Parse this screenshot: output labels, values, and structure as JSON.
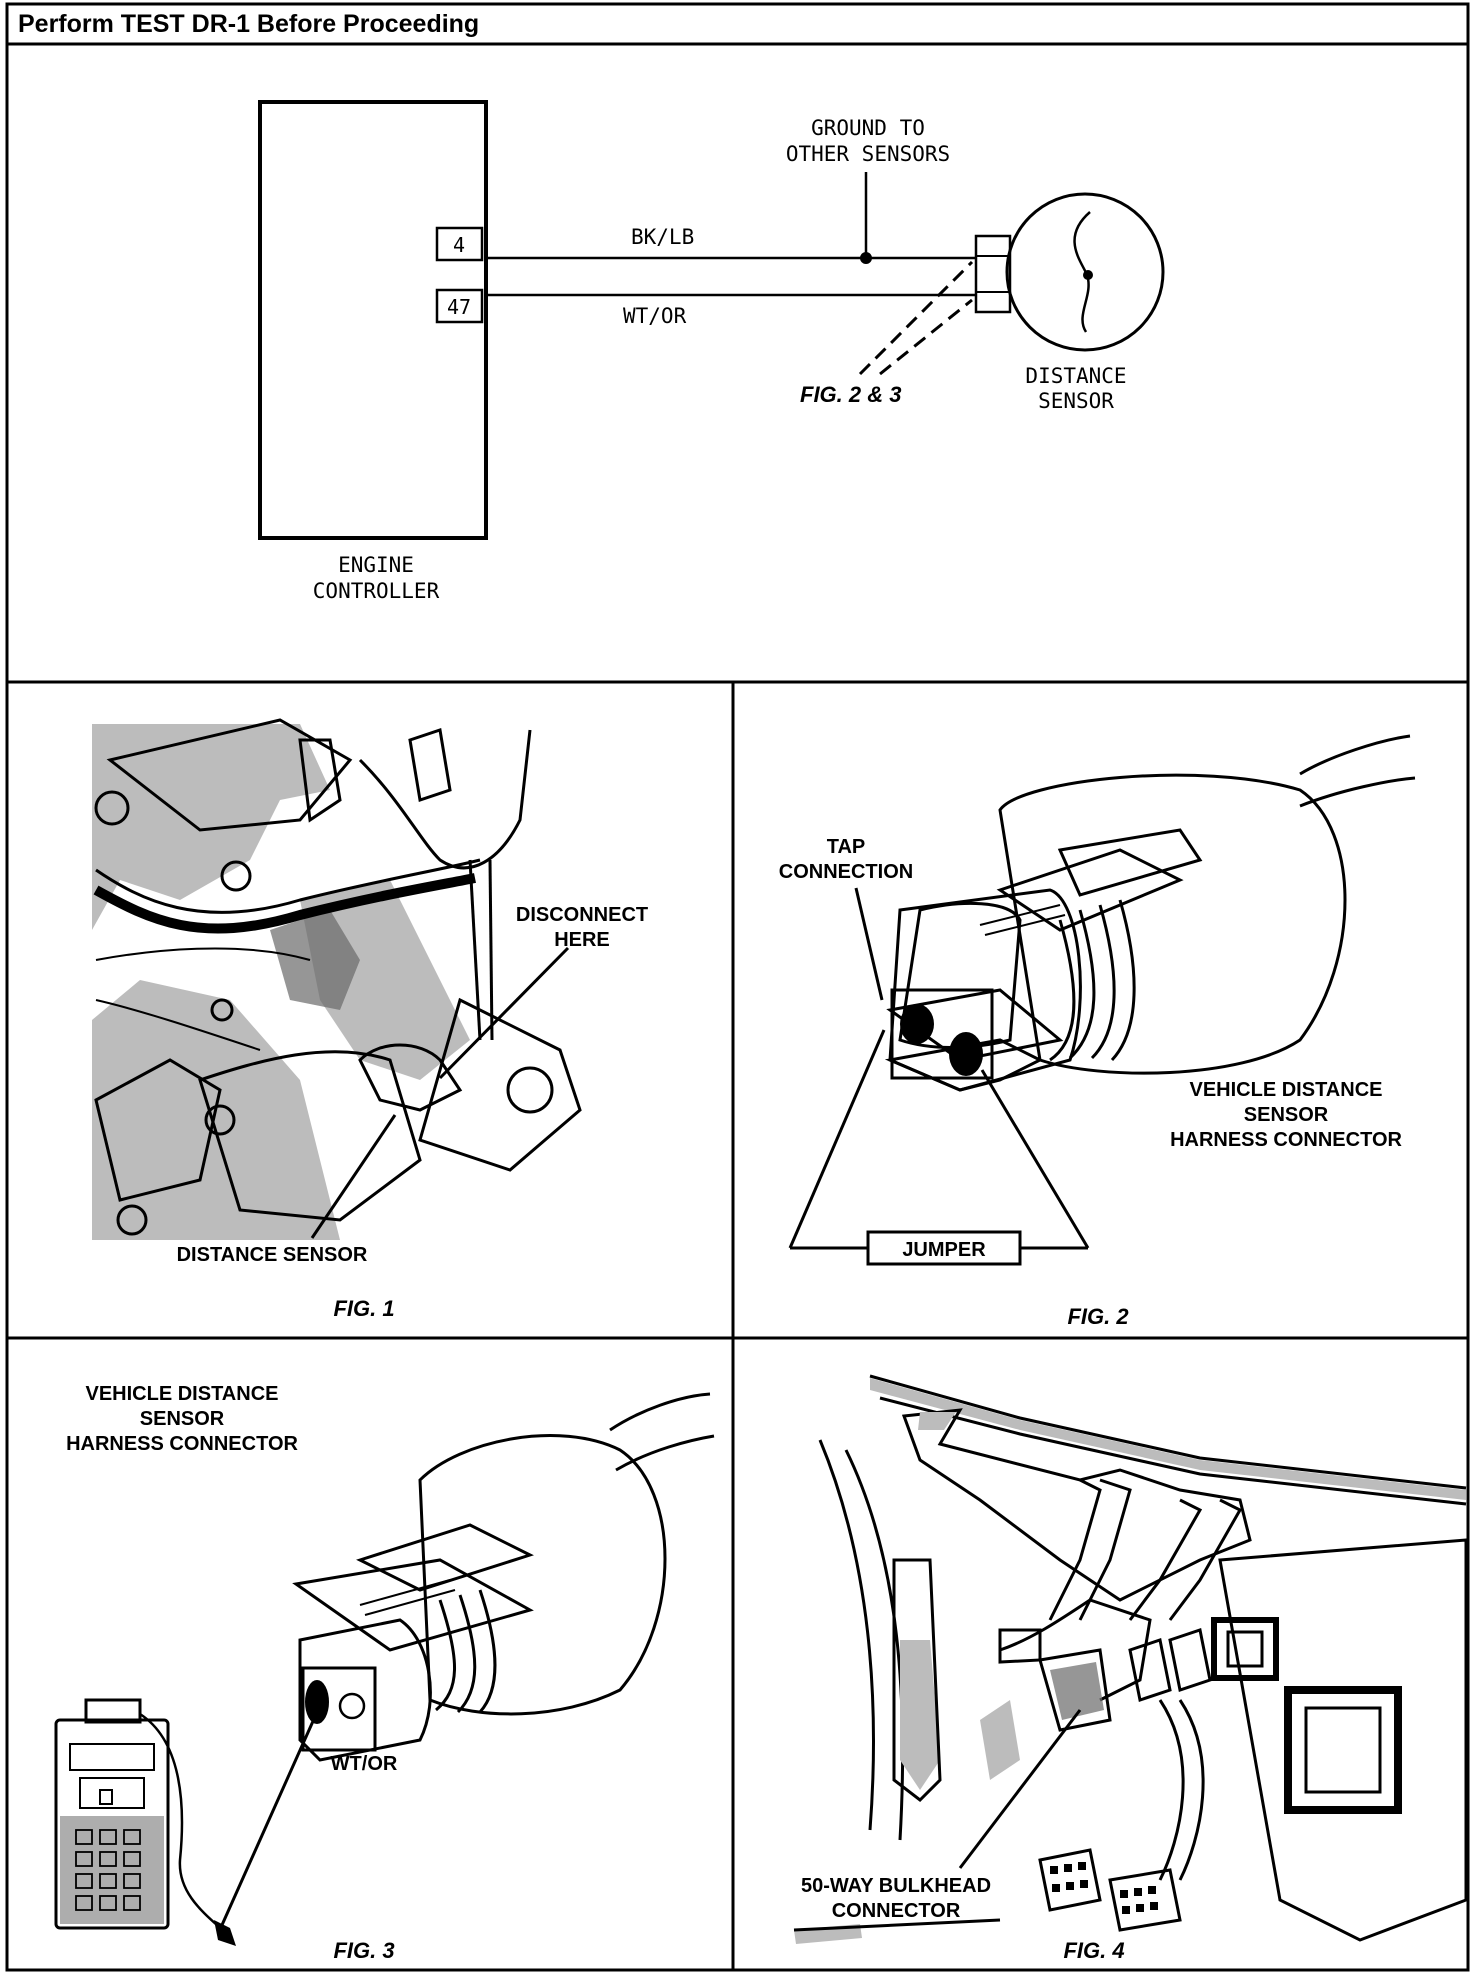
{
  "header": {
    "title": "Perform TEST DR-1 Before Proceeding"
  },
  "schematic": {
    "controller_label_line1": "ENGINE",
    "controller_label_line2": "CONTROLLER",
    "pin_a": "4",
    "pin_b": "47",
    "wire_a": "BK/LB",
    "wire_b": "WT/OR",
    "ground_line1": "GROUND TO",
    "ground_line2": "OTHER SENSORS",
    "sensor_line1": "DISTANCE",
    "sensor_line2": "SENSOR",
    "fig_ref": "FIG. 2 & 3"
  },
  "fig1": {
    "caption": "FIG. 1",
    "disconnect_line1": "DISCONNECT",
    "disconnect_line2": "HERE",
    "sensor_label": "DISTANCE SENSOR"
  },
  "fig2": {
    "caption": "FIG. 2",
    "tap_line1": "TAP",
    "tap_line2": "CONNECTION",
    "jumper": "JUMPER",
    "connector_line1": "VEHICLE DISTANCE",
    "connector_line2": "SENSOR",
    "connector_line3": "HARNESS CONNECTOR"
  },
  "fig3": {
    "caption": "FIG. 3",
    "connector_line1": "VEHICLE DISTANCE",
    "connector_line2": "SENSOR",
    "connector_line3": "HARNESS CONNECTOR",
    "wire": "WT/OR"
  },
  "fig4": {
    "caption": "FIG. 4",
    "bulkhead_line1": "50-WAY BULKHEAD",
    "bulkhead_line2": "CONNECTOR"
  }
}
